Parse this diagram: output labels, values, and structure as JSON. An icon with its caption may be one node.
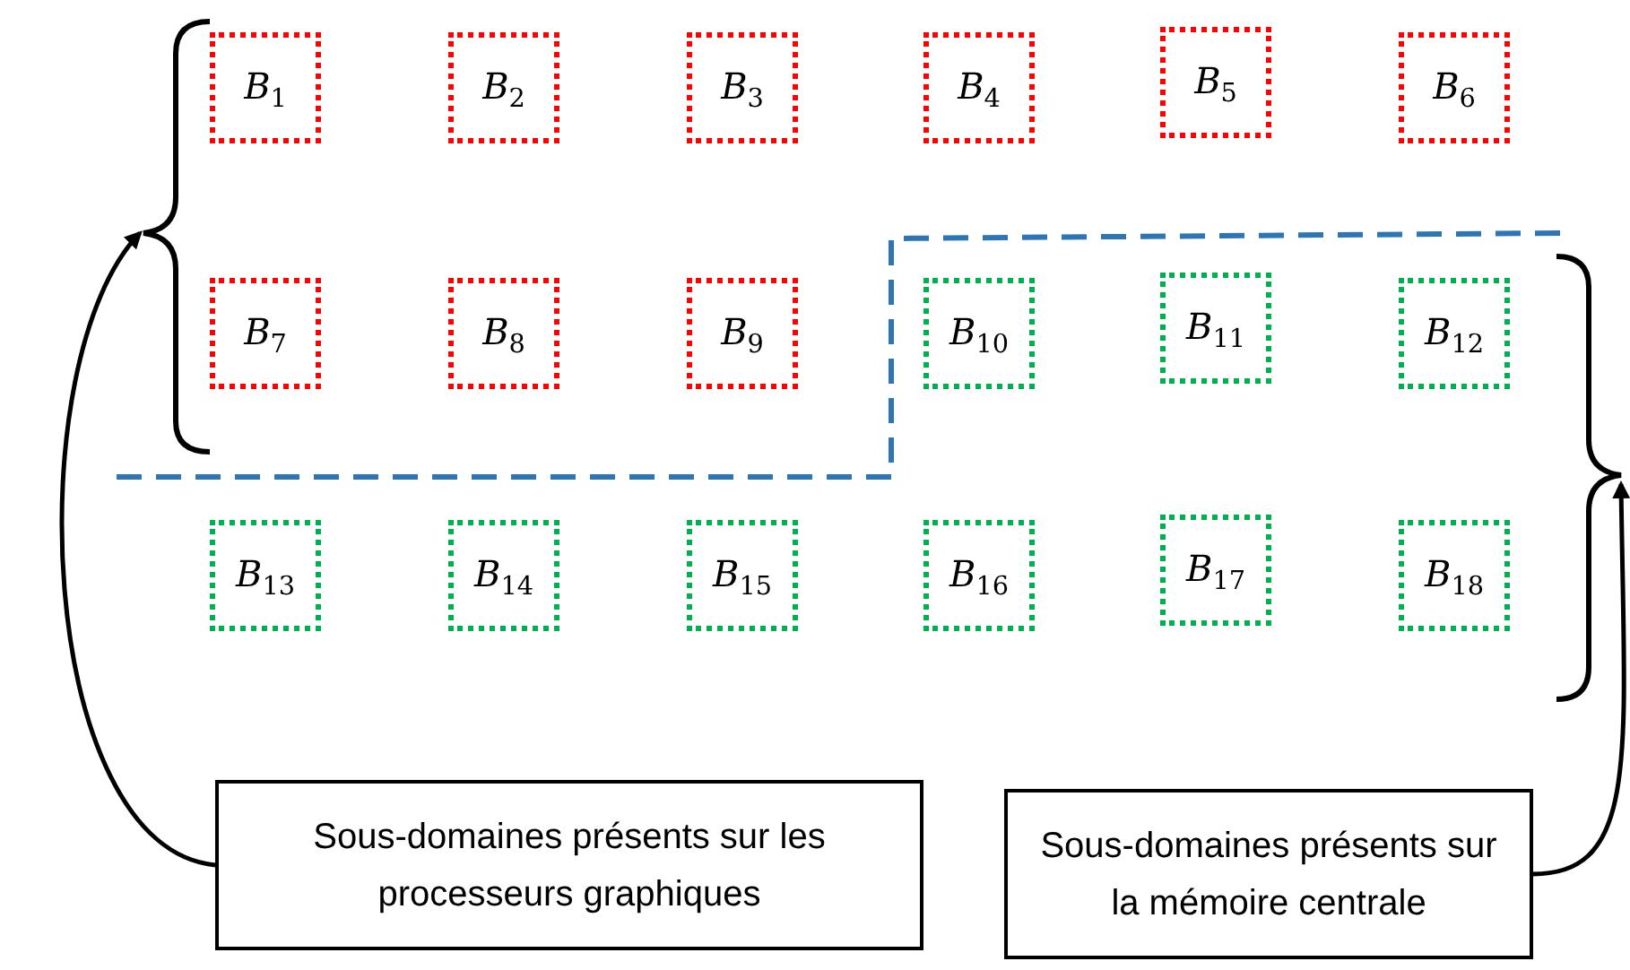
{
  "diagram": {
    "nodes": [
      {
        "text": [
          "*B*$_{1}$"
        ]
      },
      {
        "text": [
          "*B*$_{2}$"
        ]
      },
      {
        "text": [
          "*B*$_{3}$"
        ]
      },
      {
        "text": [
          "*B*$_{4}$"
        ]
      },
      {
        "text": [
          "*B*$_{5}$"
        ]
      },
      {
        "text": [
          "*B*$_{6}$"
        ]
      },
      {
        "text": [
          "*B*$_{7}$"
        ]
      },
      {
        "text": [
          "*B*$_{8}$"
        ]
      },
      {
        "text": [
          "*B*$_{9}$"
        ]
      },
      {
        "text": [
          "*B*$_{10}$"
        ]
      },
      {
        "text": [
          "*B*$_{11}$"
        ]
      },
      {
        "text": [
          "*B*$_{12}$"
        ]
      },
      {
        "text": [
          "*B*$_{13}$"
        ]
      },
      {
        "text": [
          "*B*$_{14}$"
        ]
      },
      {
        "text": [
          "*B*$_{15}$"
        ]
      },
      {
        "text": [
          "*B*$_{16}$"
        ]
      },
      {
        "text": [
          "*B*$_{17}$"
        ]
      },
      {
        "text": [
          "*B*$_{18}$"
        ]
      },
      {
        "text": [
          "Sous-domaines présents sur les processeurs graphiques"
        ]
      },
      {
        "text": [
          "Sous-domaines présents sur la mémoire centrale"
        ]
      },
      {
        "text": [],
        "shape": "brace"
      },
      {
        "text": [],
        "shape": "brace"
      }
    ],
    "edges": [
      {
        "from": 18,
        "to": 20,
        "arrow": "to"
      },
      {
        "from": 19,
        "to": 21,
        "arrow": "to"
      }
    ]
  }
}
